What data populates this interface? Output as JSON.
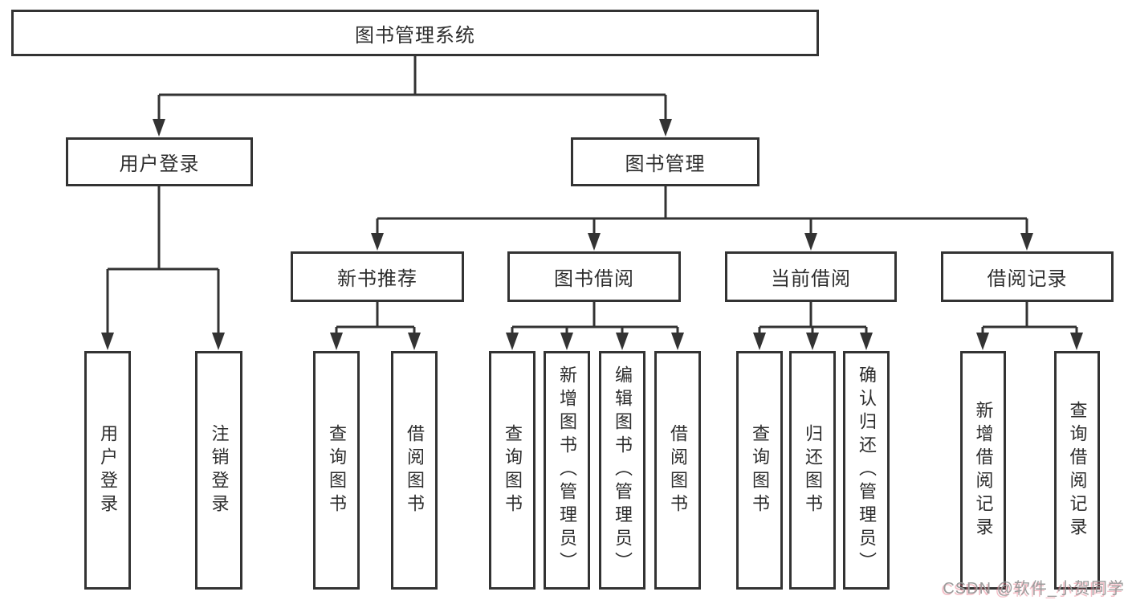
{
  "diagram": {
    "type": "hierarchy-tree",
    "line_color": "#333333",
    "box_background": "#ffffff",
    "text_color": "#2d2d2d",
    "tree": {
      "label": "图书管理系统",
      "children": [
        {
          "label": "用户登录",
          "children": [
            {
              "label": "用户登录"
            },
            {
              "label": "注销登录"
            }
          ]
        },
        {
          "label": "图书管理",
          "children": [
            {
              "label": "新书推荐",
              "children": [
                {
                  "label": "查询图书"
                },
                {
                  "label": "借阅图书"
                }
              ]
            },
            {
              "label": "图书借阅",
              "children": [
                {
                  "label": "查询图书"
                },
                {
                  "label": "新增图书（管理员）"
                },
                {
                  "label": "编辑图书（管理员）"
                },
                {
                  "label": "借阅图书"
                }
              ]
            },
            {
              "label": "当前借阅",
              "children": [
                {
                  "label": "查询图书"
                },
                {
                  "label": "归还图书"
                },
                {
                  "label": "确认归还（管理员）"
                }
              ]
            },
            {
              "label": "借阅记录",
              "children": [
                {
                  "label": "新增借阅记录"
                },
                {
                  "label": "查询借阅记录"
                }
              ]
            }
          ]
        }
      ]
    }
  },
  "watermark": {
    "text": "CSDN @软件_小贺同学"
  }
}
